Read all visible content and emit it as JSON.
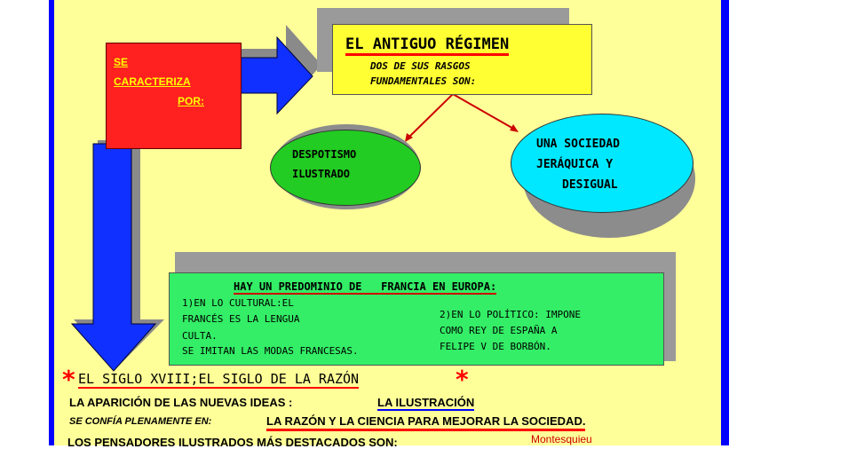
{
  "red_box": {
    "line1": "SE",
    "line2": "CARACTERIZA",
    "line3": "POR:"
  },
  "title": {
    "heading": "EL ANTIGUO RÉGIMEN",
    "sub1": "DOS DE SUS RASGOS",
    "sub2": "FUNDAMENTALES SON:"
  },
  "ellipse_left": {
    "line1": "DESPOTISMO",
    "line2": "ILUSTRADO"
  },
  "ellipse_right": {
    "line1": "UNA SOCIEDAD",
    "line2": "JERÁQUICA Y",
    "line3": "DESIGUAL"
  },
  "green_box": {
    "heading": "HAY UN PREDOMINIO DE   FRANCIA EN EUROPA:",
    "left": [
      "1)EN LO CULTURAL:EL",
      "FRANCÉS ES LA LENGUA",
      "CULTA.",
      "SE IMITAN LAS MODAS FRANCESAS."
    ],
    "right": [
      "2)EN LO POLÍTICO: IMPONE",
      "COMO REY DE ESPAÑA A",
      "FELIPE V DE BORBÓN."
    ]
  },
  "century": {
    "star": "*",
    "text": "EL SIGLO XVIII;EL SIGLO DE LA RAZÓN"
  },
  "line_ideas": {
    "prefix": "LA APARICIÓN DE LAS NUEVAS IDEAS :",
    "highlight": "LA ILUSTRACIÓN"
  },
  "line_razon": {
    "prefix": "SE CONFÍA PLENAMENTE EN:",
    "highlight": "LA RAZÓN Y LA CIENCIA PARA MEJORAR LA SOCIEDAD."
  },
  "line_cut": {
    "text": "LOS PENSADORES ILUSTRADOS MÁS DESTACADOS SON:",
    "name": "Montesquieu"
  },
  "colors": {
    "panel": "#ffff99",
    "blue": "#0000ff",
    "red": "#ff2020",
    "green": "#33ee66",
    "cyan": "#00e8ff",
    "yellow": "#ffff33"
  }
}
